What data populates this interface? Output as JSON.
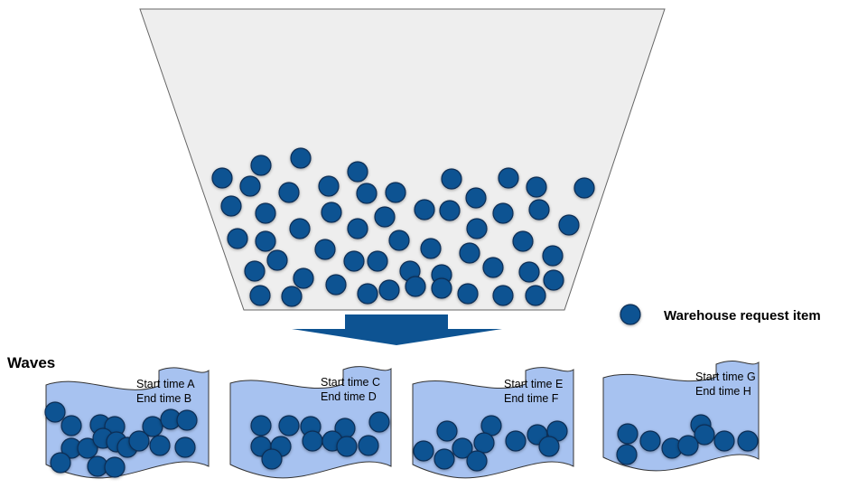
{
  "colors": {
    "hopper_fill": "#eeeeee",
    "hopper_stroke": "#666666",
    "item_fill": "#0d5392",
    "item_stroke": "#0a2d55",
    "arrow": "#0d5392",
    "wave_fill": "#a7c2f0",
    "wave_stroke": "#333333"
  },
  "legend": {
    "label": "Warehouse request item",
    "icon": "item-circle"
  },
  "waves_title": "Waves",
  "waves": [
    {
      "start": "Start time A",
      "end": "End time B"
    },
    {
      "start": "Start time C",
      "end": "End time D"
    },
    {
      "start": "Start time E",
      "end": "End time F"
    },
    {
      "start": "Start time G",
      "end": "End time H"
    }
  ]
}
